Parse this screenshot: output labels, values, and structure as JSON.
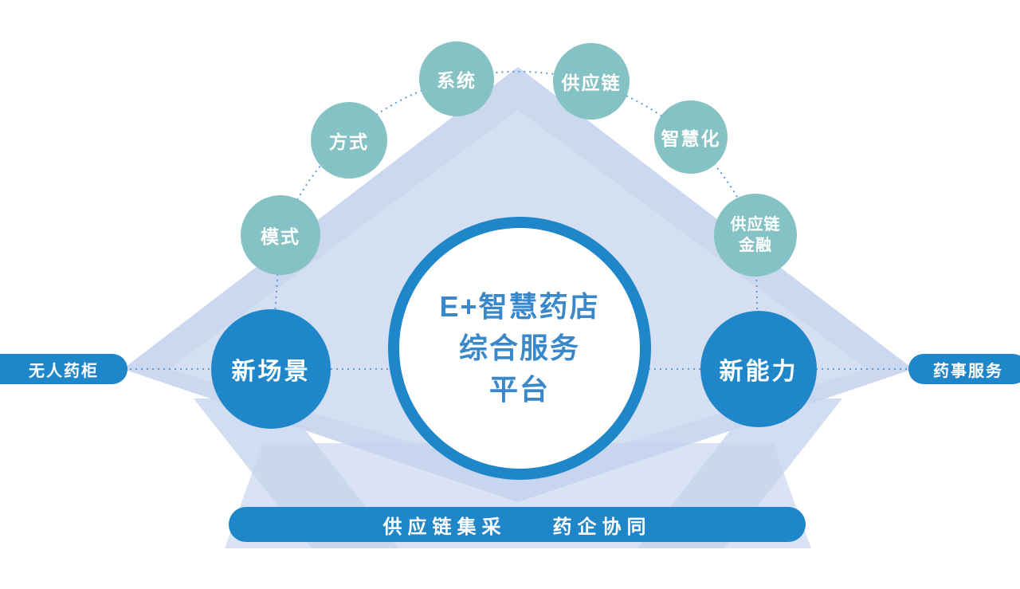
{
  "colors": {
    "blue": "#1e86c9",
    "teal": "#85c2c4",
    "bg_shape": "#c5d4ee",
    "dash": "#5e9ad8",
    "center_text": "#3a88ca"
  },
  "center_circle": {
    "line1": "E+智慧药店",
    "line2": "综合服务",
    "line3": "平台"
  },
  "arc_nodes": [
    {
      "label": "模式"
    },
    {
      "label": "方式"
    },
    {
      "label": "系统"
    },
    {
      "label": "供应链"
    },
    {
      "label": "智慧化"
    },
    {
      "label": "供应链\n金融"
    }
  ],
  "side_circles": {
    "left": "新场景",
    "right": "新能力"
  },
  "pills": {
    "left": "无人药柜",
    "right": "药事服务",
    "bottom_left": "供应链集采",
    "bottom_right": "药企协同"
  }
}
